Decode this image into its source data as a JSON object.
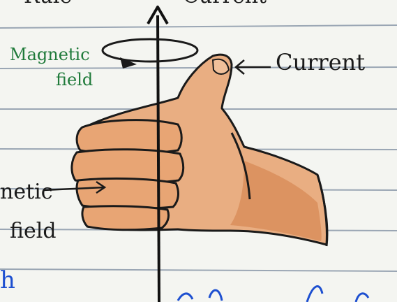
{
  "labels": {
    "top_cut_left": "Rule",
    "top_cut_right": "Current",
    "magnetic_field_top": [
      "Magnetic",
      "field"
    ],
    "current": "Current",
    "magnetic_field_left": [
      "netic",
      "field"
    ],
    "left_edge_letter": "h"
  },
  "colors": {
    "paper": "#f4f5f1",
    "rule_line": "#9aa6b4",
    "ink": "#141414",
    "green_ink": "#1f7a3a",
    "blue_ink": "#1d4fd0",
    "skin_fill": "#e7a87b",
    "skin_shade": "#cf7a48"
  }
}
